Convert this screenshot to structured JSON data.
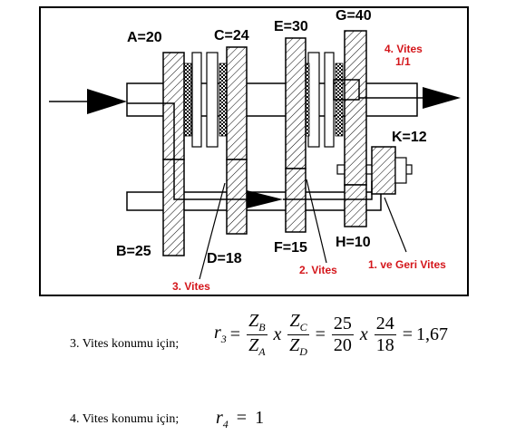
{
  "gears": {
    "A": "A=20",
    "B": "B=25",
    "C": "C=24",
    "D": "D=18",
    "E": "E=30",
    "F": "F=15",
    "G": "G=40",
    "H": "H=10",
    "K": "K=12"
  },
  "annotations": {
    "vites4_line1": "4. Vites",
    "vites4_line2": "1/1",
    "vites3": "3. Vites",
    "vites2": "2. Vites",
    "vites1_reverse": "1. ve Geri Vites"
  },
  "equations": {
    "caption3": "3. Vites konumu için;",
    "r3_symbol": "r",
    "r3_sub": "3",
    "zb": "Z",
    "zb_sub": "B",
    "za": "Z",
    "za_sub": "A",
    "zc": "Z",
    "zc_sub": "C",
    "zd": "Z",
    "zd_sub": "D",
    "times1": "x",
    "times2": "x",
    "n1": "25",
    "d1": "20",
    "n2": "24",
    "d2": "18",
    "result3": "1,67",
    "caption4": "4. Vites konumu için;",
    "r4_symbol": "r",
    "r4_sub": "4",
    "result4": "1"
  },
  "colors": {
    "annotation": "#d4161b",
    "line": "#000000"
  }
}
